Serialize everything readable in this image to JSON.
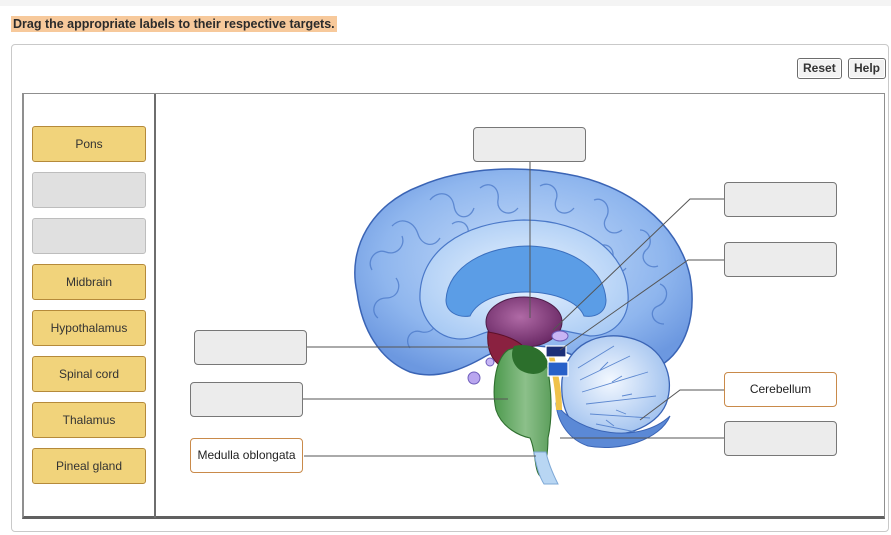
{
  "instruction": "Drag the appropriate labels to their respective targets.",
  "toolbar": {
    "reset_label": "Reset",
    "help_label": "Help"
  },
  "label_bank": [
    {
      "label": "Pons"
    },
    {
      "label": ""
    },
    {
      "label": ""
    },
    {
      "label": "Midbrain"
    },
    {
      "label": "Hypothalamus"
    },
    {
      "label": "Spinal cord"
    },
    {
      "label": "Thalamus"
    },
    {
      "label": "Pineal gland"
    }
  ],
  "targets": {
    "top": "",
    "right_1": "",
    "right_2": "",
    "right_3": "Cerebellum",
    "right_4": "",
    "left_1": "",
    "left_2": "",
    "left_3": "Medulla oblongata"
  },
  "illustration": "brain-sagittal-section-icon",
  "colors": {
    "label_fill": "#f1d37b",
    "label_border": "#b58a3a",
    "instruction_highlight": "#f7c99b",
    "filled_target_border": "#c98a4a"
  }
}
